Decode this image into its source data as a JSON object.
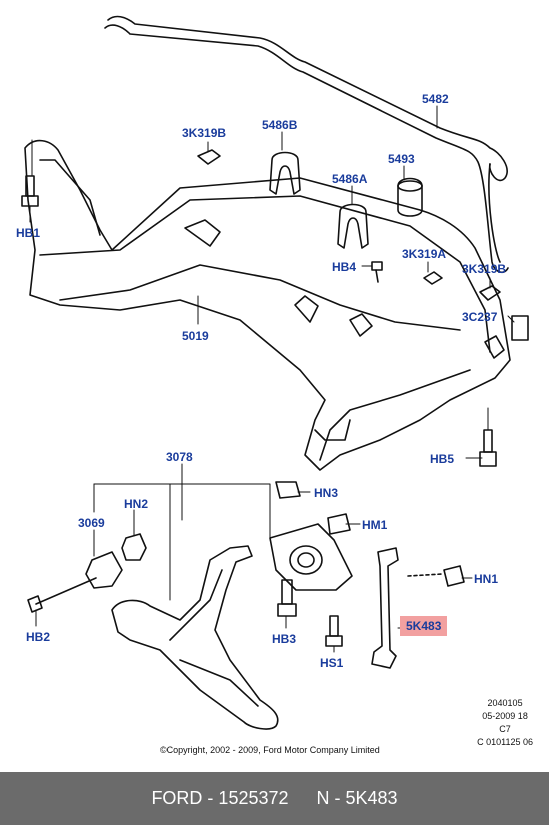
{
  "labels": {
    "p5482": "5482",
    "p3k319b_top": "3K319B",
    "p5486b": "5486B",
    "p5493": "5493",
    "p5486a": "5486A",
    "phb1": "HB1",
    "phb4": "HB4",
    "p3k319a": "3K319A",
    "p3k319b_right": "3K319B",
    "p3c237": "3C237",
    "p5019": "5019",
    "phb5": "HB5",
    "p3078": "3078",
    "phn3": "HN3",
    "phn2": "HN2",
    "p3069": "3069",
    "phm1": "HM1",
    "phn1": "HN1",
    "p5k483": "5K483",
    "phb2": "HB2",
    "phb3": "HB3",
    "phs1": "HS1"
  },
  "copyright": "©Copyright, 2002 - 2009, Ford Motor Company Limited",
  "ref_codes": [
    "2040105",
    "05-2009 18",
    "C7",
    "C 0101125 06"
  ],
  "footer": {
    "brand_part": "FORD - 1525372",
    "oem_part": "N - 5K483"
  },
  "colors": {
    "label": "#1a3c9c",
    "highlight": "#f2a0a0",
    "footer_bg": "#6b6b6b"
  }
}
